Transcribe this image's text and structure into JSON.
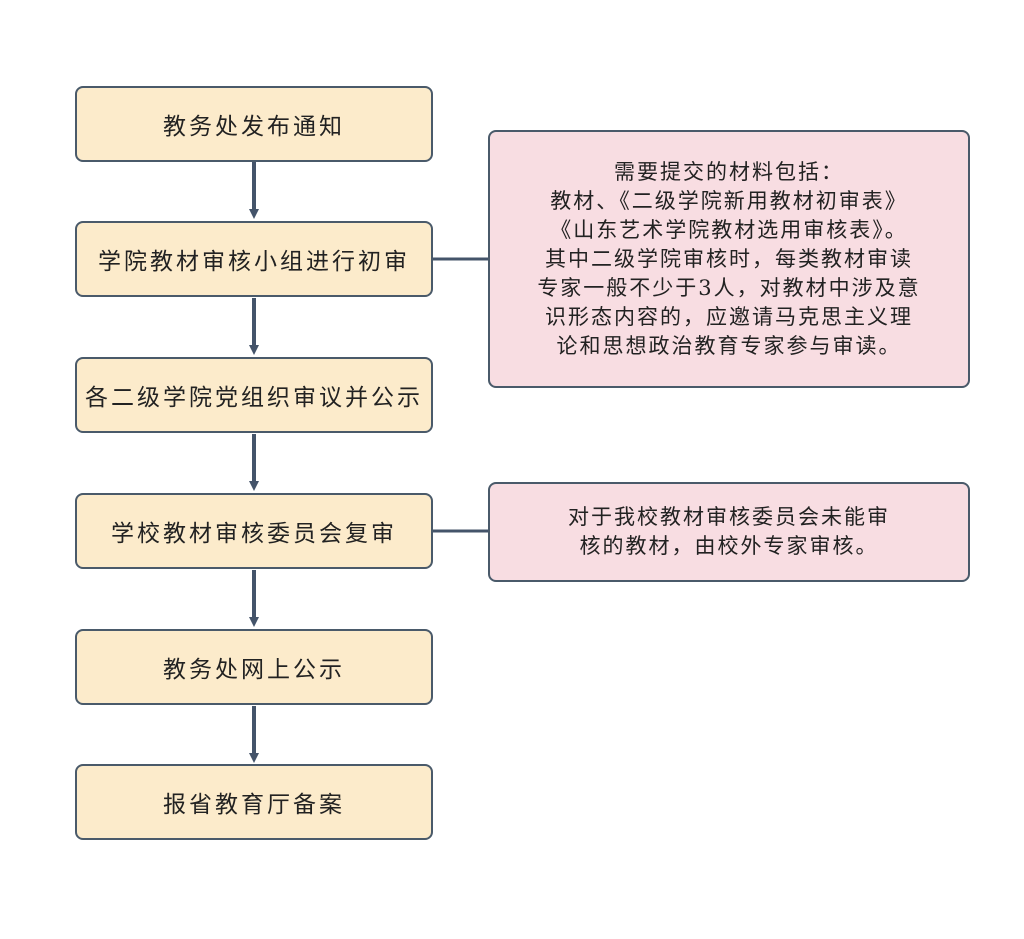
{
  "title": "教材审核流程",
  "colors": {
    "step_fill": "#fcebcb",
    "note_fill": "#f8dde2",
    "border": "#4a5a6a",
    "connector": "#44546a"
  },
  "steps": [
    {
      "label": "教务处发布通知"
    },
    {
      "label": "学院教材审核小组进行初审"
    },
    {
      "label": "各二级学院党组织审议并公示"
    },
    {
      "label": "学校教材审核委员会复审"
    },
    {
      "label": "教务处网上公示"
    },
    {
      "label": "报省教育厅备案"
    }
  ],
  "notes": [
    {
      "attached_to_step": 2,
      "lines": [
        "需要提交的材料包括：",
        "教材、《二级学院新用教材初审表》",
        "《山东艺术学院教材选用审核表》。",
        "其中二级学院审核时，每类教材审读",
        "专家一般不少于3人，对教材中涉及意",
        "识形态内容的，应邀请马克思主义理",
        "论和思想政治教育专家参与审读。"
      ]
    },
    {
      "attached_to_step": 4,
      "lines": [
        "对于我校教材审核委员会未能审",
        "核的教材，由校外专家审核。"
      ]
    }
  ]
}
